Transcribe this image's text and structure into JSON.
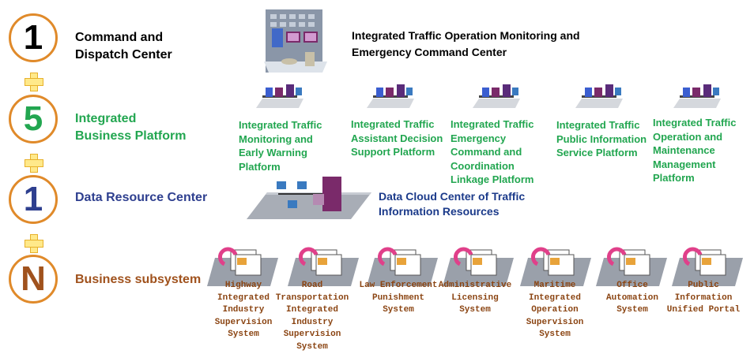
{
  "tiers": [
    {
      "number": "1",
      "label": "Command and Dispatch Center"
    },
    {
      "number": "5",
      "label": "Integrated Business Platform"
    },
    {
      "number": "1",
      "label": "Data Resource Center"
    },
    {
      "number": "N",
      "label": "Business subsystem"
    }
  ],
  "command_center": "Integrated Traffic Operation Monitoring and Emergency Command Center",
  "platforms": [
    "Integrated Traffic Monitoring and Early Warning Platform",
    "Integrated Traffic Assistant Decision Support Platform",
    "Integrated Traffic Emergency Command and Coordination Linkage Platform",
    "Integrated Traffic Public Information Service Platform",
    "Integrated Traffic Operation and Maintenance Management Platform"
  ],
  "data_center": "Data Cloud Center of Traffic Information Resources",
  "subsystems": [
    "Highway Integrated Industry Supervision System",
    "Road Transportation Integrated Industry Supervision System",
    "Law Enforcement Punishment System",
    "Administrative Licensing System",
    "Maritime Integrated Operation Supervision System",
    "Office Automation System",
    "Public Information Unified Portal"
  ],
  "colors": {
    "circle_border": "#e08a2a",
    "plus_fill": "#ffe98a",
    "tier2": "#22a650",
    "tier3": "#2e3f8f",
    "tier4": "#a0521d",
    "subsystem_text": "#8b4513"
  },
  "icons": {
    "command_center": "building-computer-icon",
    "platform": "server-network-icon",
    "data_center": "network-server-icon",
    "subsystem": "window-refresh-icon"
  }
}
